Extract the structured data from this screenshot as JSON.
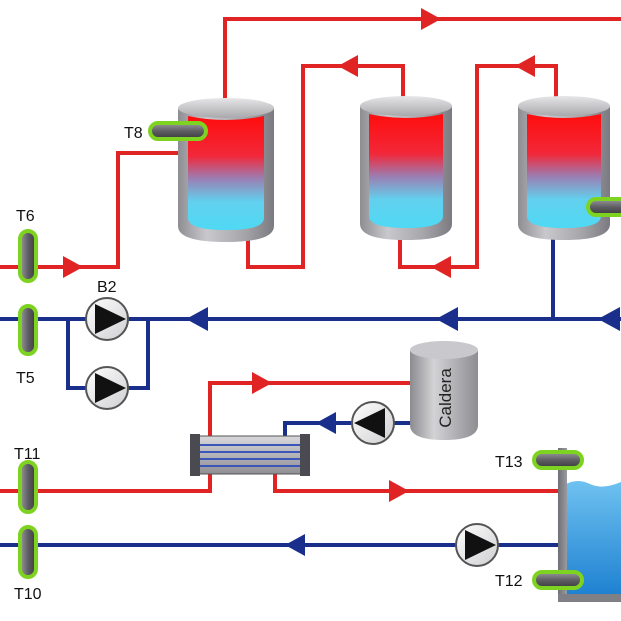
{
  "labels": {
    "t8": "T8",
    "t6": "T6",
    "t5": "T5",
    "b2": "B2",
    "t11": "T11",
    "t10": "T10",
    "t13": "T13",
    "t12": "T12",
    "caldera": "Caldera"
  },
  "colors": {
    "hot_pipe": "#e02424",
    "cold_pipe": "#1a2f8c",
    "sensor_ring": "#7ed320",
    "tank_body": "#a7a7ab",
    "tank_hot": "#ff1010",
    "tank_cold": "#58d8f2",
    "water": "#3aa6e8"
  }
}
